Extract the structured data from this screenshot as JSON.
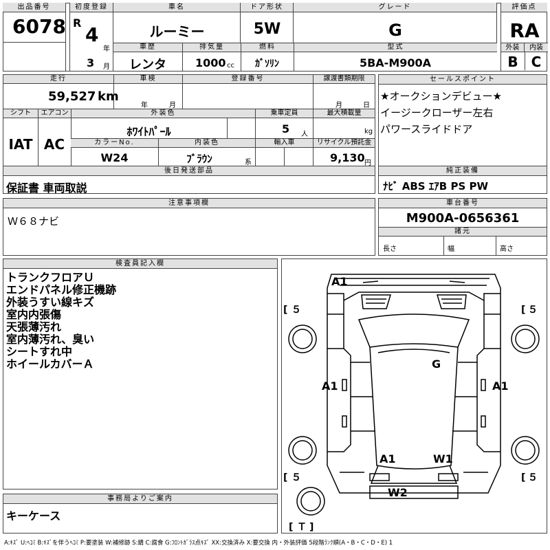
{
  "lot": {
    "label": "出品番号",
    "value": "6078"
  },
  "first_reg": {
    "label": "初度登録",
    "era": "R",
    "year": "4",
    "year_unit": "年",
    "month": "3",
    "month_unit": "月"
  },
  "car_name": {
    "label": "車名",
    "value": "ルーミー"
  },
  "door": {
    "label": "ドア形状",
    "value": "5W"
  },
  "grade": {
    "label": "グレード",
    "value": "G"
  },
  "rating": {
    "label": "評価点",
    "value": "RA",
    "ext_label": "外装",
    "int_label": "内装",
    "ext_value": "B",
    "int_value": "C"
  },
  "history": {
    "label": "車歴",
    "value": "レンタ"
  },
  "displacement": {
    "label": "排気量",
    "value": "1000",
    "unit": "cc"
  },
  "fuel": {
    "label": "燃料",
    "value": "ｶﾞｿﾘﾝ"
  },
  "model_type": {
    "label": "型式",
    "value": "5BA-M900A"
  },
  "mileage": {
    "label": "走行",
    "value": "59,527",
    "unit": "km"
  },
  "inspection": {
    "label": "車検",
    "year_unit": "年",
    "month_unit": "月"
  },
  "reg_no": {
    "label": "登録番号"
  },
  "transfer_doc": {
    "label": "譲渡書類期限",
    "month_unit": "月",
    "day_unit": "日"
  },
  "shift": {
    "label": "シフト",
    "value": "IAT"
  },
  "aircon": {
    "label": "エアコン",
    "value": "AC"
  },
  "exterior_color": {
    "label": "外装色",
    "value": "ﾎﾜｲﾄﾊﾟｰﾙ"
  },
  "capacity": {
    "label": "乗車定員",
    "value": "5",
    "unit": "人"
  },
  "max_load": {
    "label": "最大積載量",
    "unit": "kg"
  },
  "color_no": {
    "label": "カラーNo.",
    "value": "W24"
  },
  "interior_color": {
    "label": "内装色",
    "value": "ﾌﾞﾗｳﾝ",
    "suffix": "系"
  },
  "import": {
    "label": "輸入車"
  },
  "recycle": {
    "label": "リサイクル預託金",
    "value": "9,130",
    "unit": "円"
  },
  "sales_points": {
    "label": "セールスポイント",
    "lines": [
      "★オークションデビュー★",
      "イージークローザー左右",
      "パワースライドドア"
    ]
  },
  "later_parts": {
    "label": "後日発送部品",
    "value": "保証書 車両取説"
  },
  "equipment": {
    "label": "純正装備",
    "value": "ﾅﾋﾞ ABS ｴｱB PS PW"
  },
  "notes": {
    "label": "注意事項欄",
    "value": "Ｗ６８ナビ"
  },
  "chassis": {
    "label": "車台番号",
    "value": "M900A-0656361"
  },
  "specs": {
    "label": "諸元",
    "length": "長さ",
    "width": "幅",
    "height": "高さ"
  },
  "inspector": {
    "label": "検査員記入欄",
    "lines": [
      "トランクフロアＵ",
      "エンドパネル修正機跡",
      "外装うすい線キズ",
      "室内内張傷",
      "天張薄汚れ",
      "室内薄汚れ、臭い",
      "シートすれ中",
      "ホイールカバーＡ"
    ]
  },
  "office": {
    "label": "事務局よりご案内",
    "value": "キーケース"
  },
  "diagram": {
    "marks": {
      "a1_top": "A1",
      "a1_left": "A1",
      "a1_right": "A1",
      "g": "G",
      "a1_bottom": "A1",
      "w1": "W1",
      "w2": "W2",
      "tire_tl": "５",
      "tire_tr": "５",
      "tire_bl": "５",
      "tire_br": "５",
      "spare": "Ｔ"
    }
  },
  "legend": "A:ｷｽﾞ U:ﾍｺﾐ B:ｷｽﾞを伴うﾍｺﾐ P:要塗装 W:補修跡 S:錆 C:腐食 G:ﾌﾛﾝﾄｶﾞﾗｽ点ｷｽﾞ XX:交換済み X:要交換 内・外装評価 5段階ﾗﾝｸ順(A・B・C・D・E) 1"
}
